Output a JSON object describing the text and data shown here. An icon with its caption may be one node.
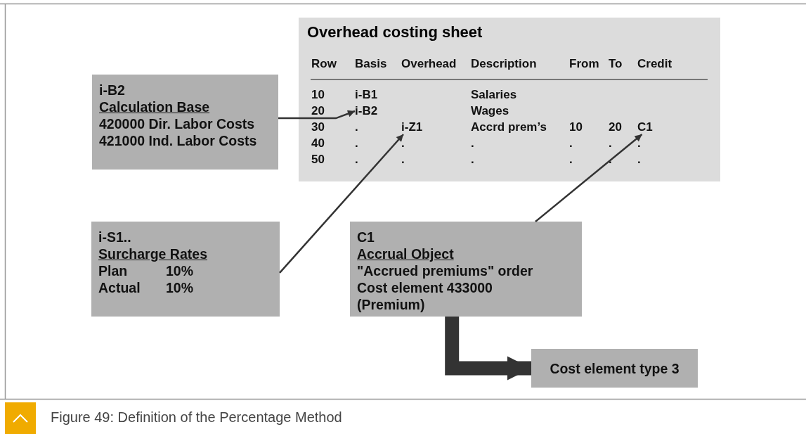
{
  "diagram": {
    "caption": "Figure 49: Definition of the Percentage Method",
    "nodes": [
      {
        "text": [
          "Overhead costing sheet"
        ]
      },
      {
        "text": [
          "i-B2"
        ],
        "in": 0
      },
      {
        "text": [
          "i-Z1"
        ],
        "in": 0
      },
      {
        "text": [
          "C1"
        ],
        "in": 0
      },
      {
        "text": [
          "i-B2",
          "Calculation Base",
          "420000 Dir. Labor Costs",
          "421000 Ind. Labor Costs"
        ]
      },
      {
        "text": [
          "i-S1..",
          "Surcharge Rates",
          "Plan",
          "10%",
          "Actual",
          "10%"
        ]
      },
      {
        "text": [
          "C1",
          "Accrual Object",
          "\"Accrued premiums\" order",
          "Cost element 433000",
          "(Premium)"
        ]
      },
      {
        "text": [
          "Cost element type 3"
        ]
      }
    ],
    "edges": [
      {
        "from": 4,
        "to": 1,
        "arrow": "to"
      },
      {
        "from": 5,
        "to": 2,
        "arrow": "to"
      },
      {
        "from": 6,
        "to": 3,
        "arrow": "to"
      },
      {
        "from": 6,
        "to": 7,
        "arrow": "to",
        "style": "thick"
      }
    ],
    "labels": [
      "Row",
      "Basis",
      "Overhead",
      "Description",
      "From",
      "To",
      "Credit",
      "10",
      "i-B1",
      "Salaries",
      "20",
      "Wages",
      "30",
      ".",
      "Accrd prem’s",
      "10",
      "20",
      "40",
      ".",
      ".",
      ".",
      ".",
      ".",
      ".",
      "50",
      ".",
      ".",
      ".",
      ".",
      ".",
      "."
    ]
  }
}
